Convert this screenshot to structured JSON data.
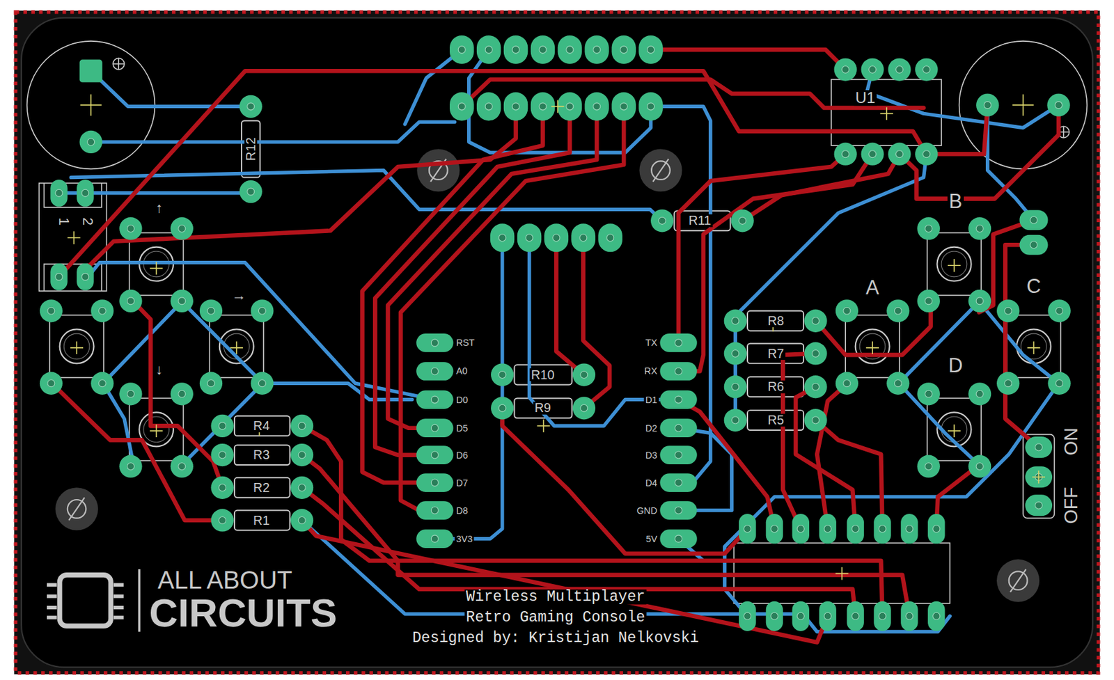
{
  "diagram": {
    "labels": [
      "R12",
      "R11",
      "R10",
      "R9",
      "R8",
      "R7",
      "R6",
      "R5",
      "R4",
      "R3",
      "R2",
      "R1",
      "U1",
      "2",
      "1",
      "↑",
      "→",
      "↓",
      "A",
      "B",
      "C",
      "D",
      "RST",
      "A0",
      "D0",
      "D5",
      "D6",
      "D7",
      "D8",
      "3V3",
      "TX",
      "RX",
      "D1",
      "D2",
      "D3",
      "D4",
      "GND",
      "5V",
      "OFF",
      "ON",
      "Wireless Multiplayer",
      "Retro Gaming Console",
      "Designed by: Kristijan Nelkovski",
      "ALL ABOUT",
      "CIRCUITS"
    ]
  }
}
